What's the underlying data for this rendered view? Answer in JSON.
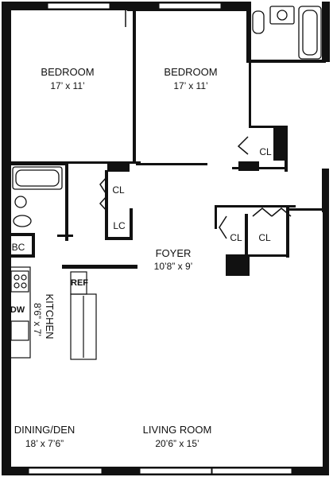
{
  "rooms": {
    "bedroom_left": {
      "name": "BEDROOM",
      "size": "17’ x 11’"
    },
    "bedroom_right": {
      "name": "BEDROOM",
      "size": "17’ x 11’"
    },
    "foyer": {
      "name": "FOYER",
      "size": "10’8” x 9’"
    },
    "kitchen": {
      "name": "KITCHEN",
      "size": "8’6” x 7’"
    },
    "dining": {
      "name": "DINING/DEN",
      "size": "18’ x 7’6”"
    },
    "living": {
      "name": "LIVING ROOM",
      "size": "20’6” x 15’"
    }
  },
  "closets": {
    "cl_right_bedroom": "CL",
    "cl_hall": "CL",
    "lc": "LC",
    "cl_foyer_1": "CL",
    "cl_foyer_2": "CL",
    "bc": "BC"
  },
  "appliances": {
    "ref": "REF",
    "dw": "DW"
  }
}
